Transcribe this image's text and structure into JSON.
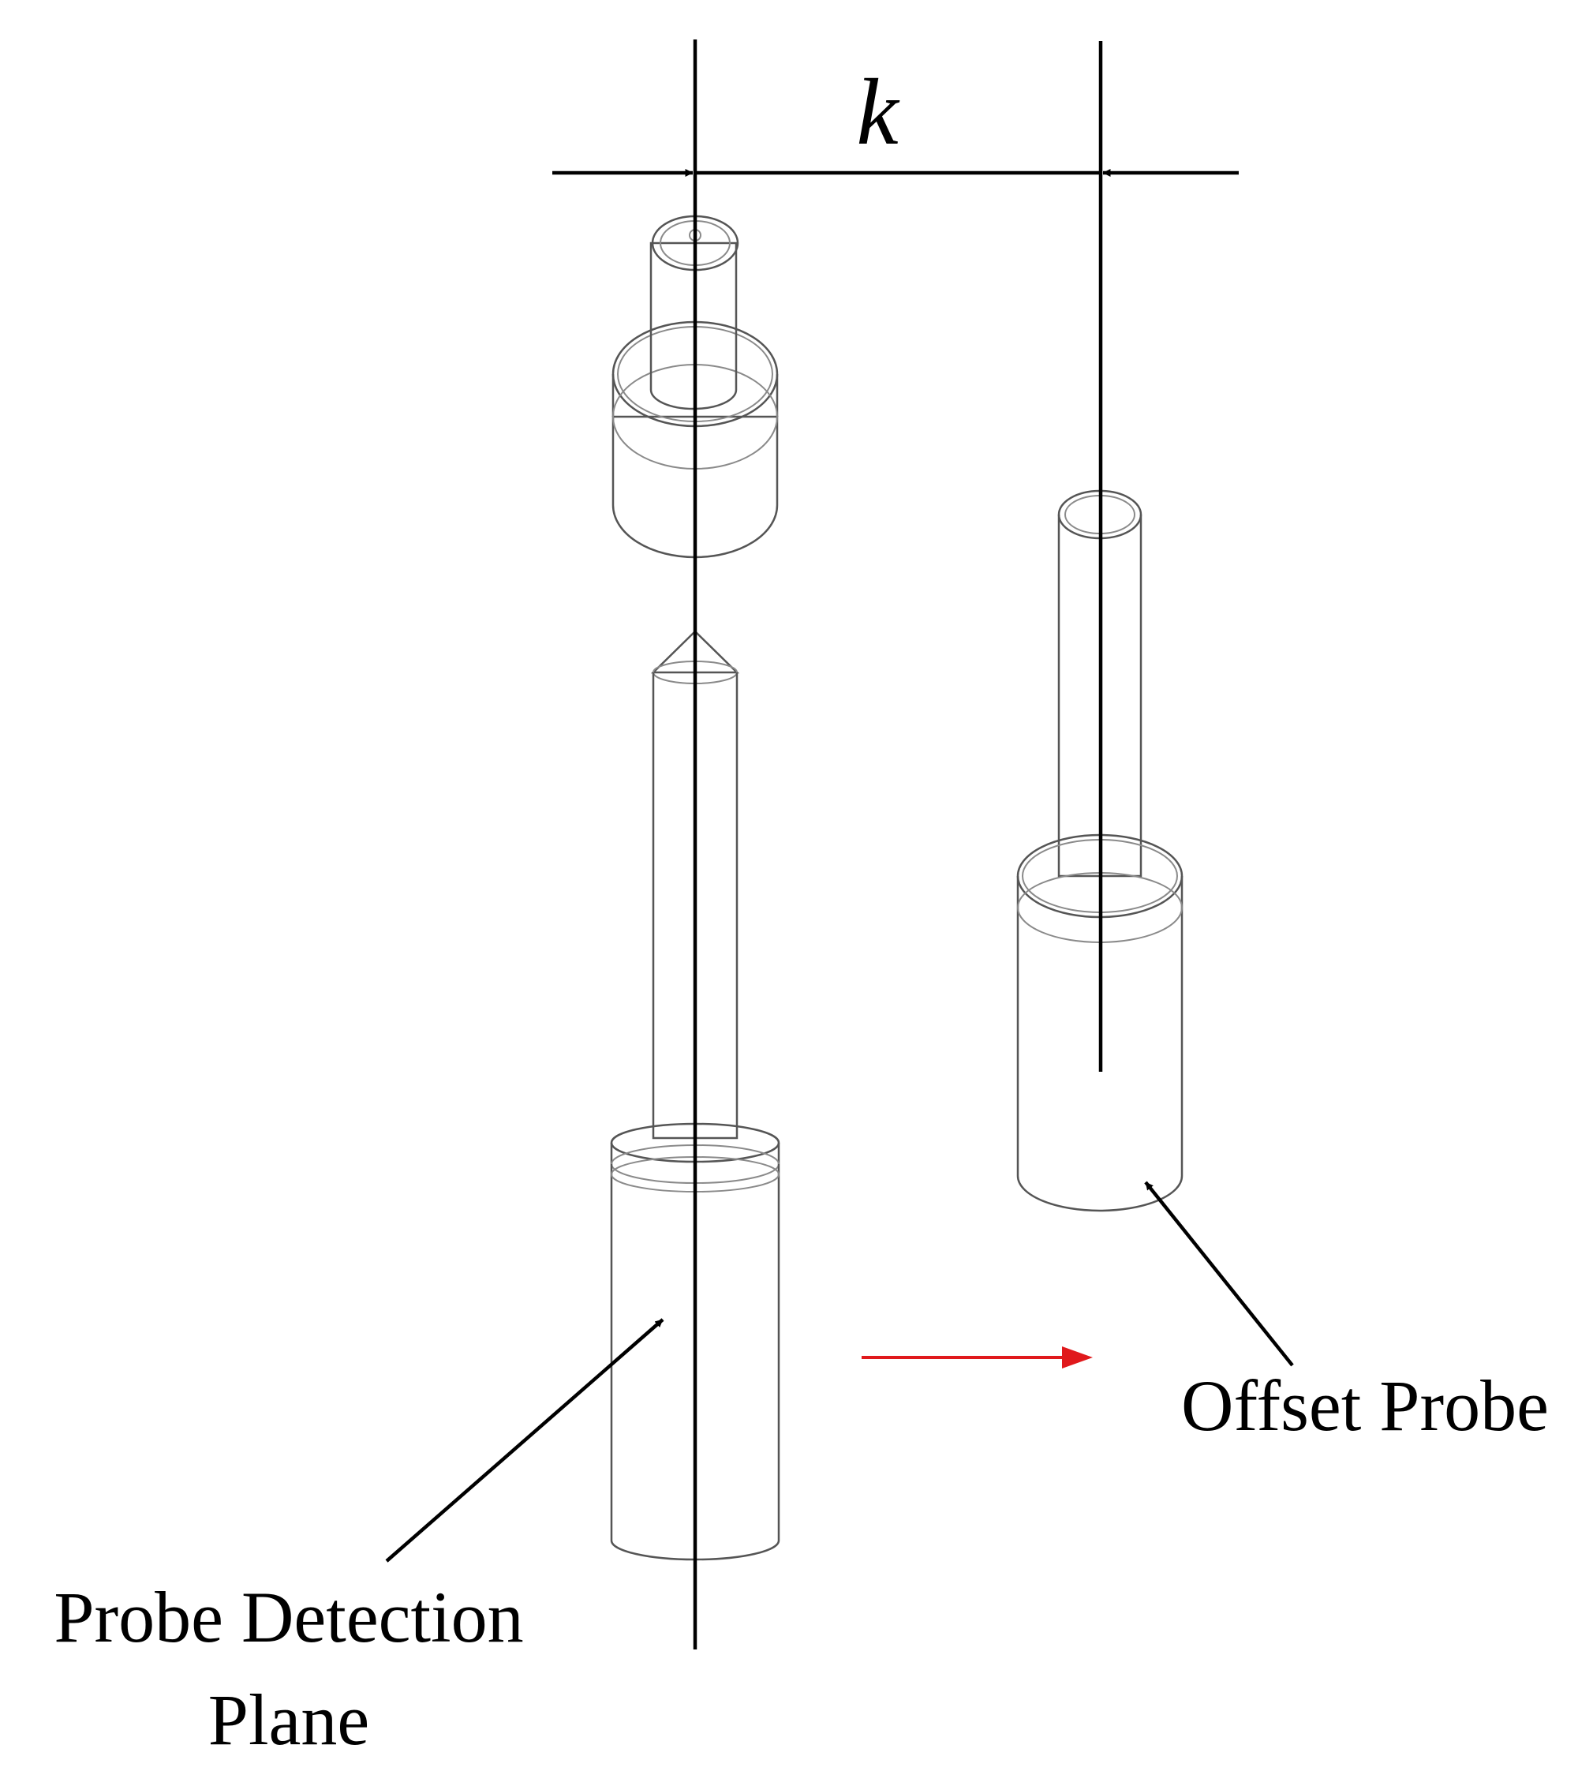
{
  "figure": {
    "dimension_symbol": "k",
    "labels": {
      "offset_probe": "Offset Probe",
      "detection_plane_line1": "Probe Detection",
      "detection_plane_line2": "Plane"
    },
    "colors": {
      "line": "#000000",
      "motion_arrow": "#e0191c",
      "probe_face": "#f7f3f8",
      "probe_tint": "#e6d6e4",
      "probe_edge": "#555555"
    },
    "icons": {
      "motion": "red-right-arrow-icon",
      "dimension": "dimension-arrows-icon"
    }
  }
}
